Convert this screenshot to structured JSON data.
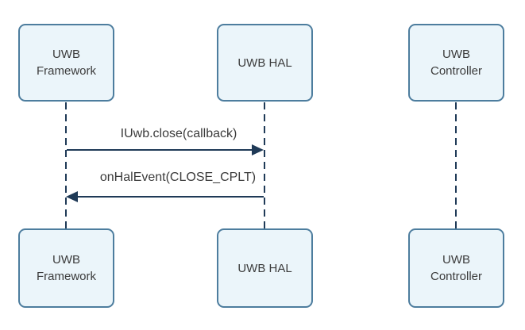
{
  "diagram_type": "sequence-diagram",
  "colors": {
    "background": "#ffffff",
    "box_fill": "#ebf5fa",
    "box_border": "#4d7d9e",
    "lifeline_and_arrow": "#1f3a57",
    "text": "#3b3b3b"
  },
  "actors": [
    {
      "id": "uwb-framework",
      "lines": [
        "UWB",
        "Framework"
      ]
    },
    {
      "id": "uwb-hal",
      "lines": [
        "UWB HAL",
        ""
      ]
    },
    {
      "id": "uwb-controller",
      "lines": [
        "UWB",
        "Controller"
      ]
    }
  ],
  "messages": [
    {
      "label": "IUwb.close(callback)",
      "from": "uwb-framework",
      "to": "uwb-hal",
      "direction": "right",
      "line_style": "solid",
      "arrowhead": "filled"
    },
    {
      "label": "onHalEvent(CLOSE_CPLT)",
      "from": "uwb-hal",
      "to": "uwb-framework",
      "direction": "left",
      "line_style": "solid",
      "arrowhead": "filled"
    }
  ]
}
